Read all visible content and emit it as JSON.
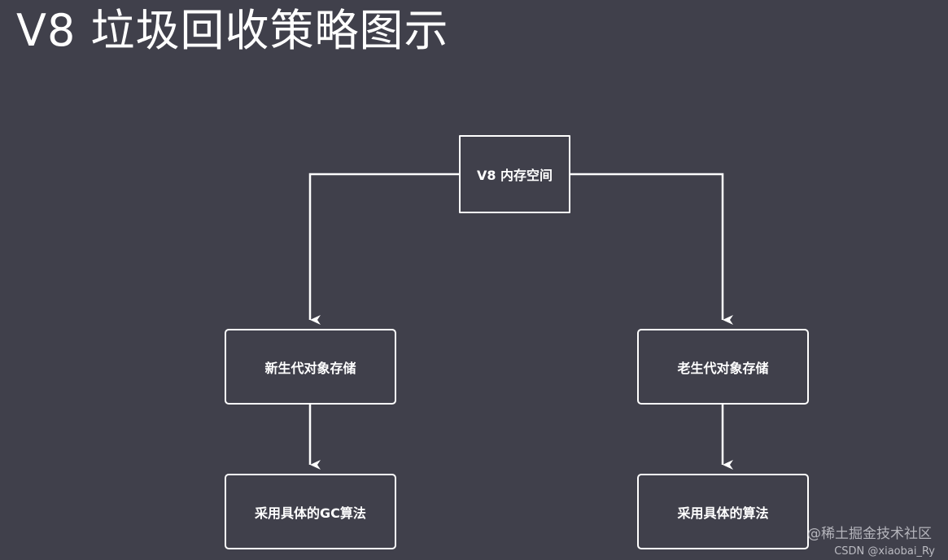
{
  "title": "V8 垃圾回收策略图示",
  "diagram": {
    "nodes": {
      "root": {
        "label": "V8 内存空间"
      },
      "young": {
        "label": "新生代对象存储"
      },
      "old": {
        "label": "老生代对象存储"
      },
      "young_gc": {
        "label": "采用具体的GC算法"
      },
      "old_gc": {
        "label": "采用具体的算法"
      }
    },
    "edges": [
      {
        "from": "root",
        "to": "young"
      },
      {
        "from": "root",
        "to": "old"
      },
      {
        "from": "young",
        "to": "young_gc"
      },
      {
        "from": "old",
        "to": "old_gc"
      }
    ]
  },
  "watermarks": {
    "juejin": "@稀土掘金技术社区",
    "csdn": "CSDN @xiaobai_Ry"
  },
  "colors": {
    "background": "#40404b",
    "line": "#ffffff"
  }
}
